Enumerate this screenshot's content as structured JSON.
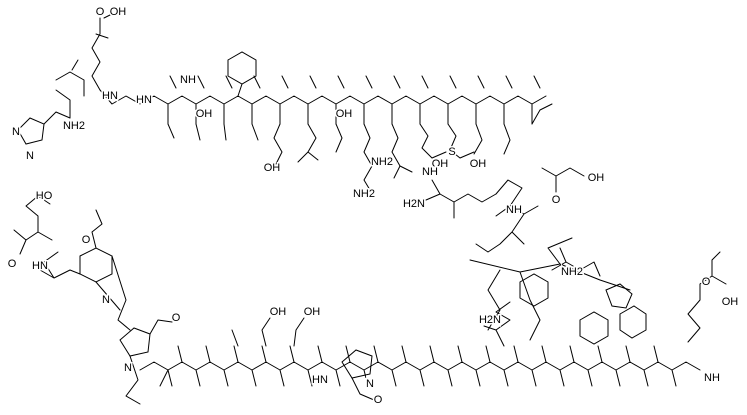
{
  "labels": {
    "cooh_top": "OH",
    "o_top": "O",
    "nh2_his": "NH2",
    "nh_his": "N",
    "n_his": "N",
    "hn_chain": "HN",
    "hn_link": "HN",
    "nh_link2": "NH",
    "oh_gly": "OH",
    "oh_asp": "OH",
    "oh_ser": "OH",
    "nh2_lys": "NH2",
    "nh2_gln": "NH2",
    "s_met": "S",
    "oh_acid": "OH",
    "oh_glu_side": "OH",
    "nh_arg": "NH",
    "nh2_arg": "H2N",
    "nh_arg2": "NH",
    "acetic_oh": "OH",
    "acetic_o": "O",
    "ho_ser_left": "HO",
    "o_left": "O",
    "hn_left": "HN",
    "n_left": "N",
    "o_ring": "O",
    "o_pro": "O",
    "n_pro": "N",
    "oh_ser2": "OH",
    "oh_ser3": "OH",
    "hn_ser": "HN",
    "n_pro2": "N",
    "o_pro2": "O",
    "nh2_asn": "H2N",
    "nh2_lys2": "NH2",
    "oh_glu_end": "OH",
    "o_glu_end": "O",
    "nh_end": "NH"
  }
}
